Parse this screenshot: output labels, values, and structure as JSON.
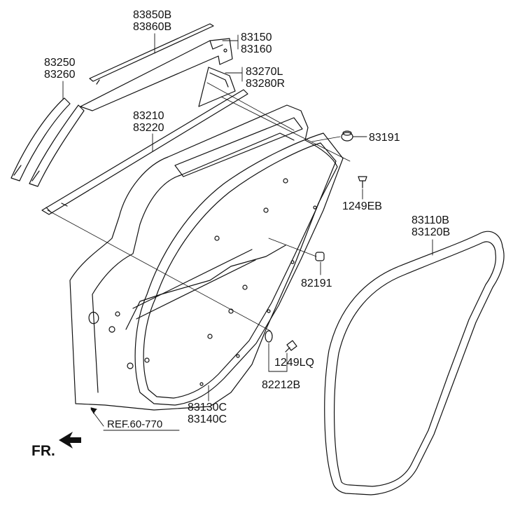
{
  "labels": {
    "l83850": [
      "83850B",
      "83860B"
    ],
    "l83150": [
      "83150",
      "83160"
    ],
    "l83250": [
      "83250",
      "83260"
    ],
    "l83270": [
      "83270L",
      "83280R"
    ],
    "l83210": [
      "83210",
      "83220"
    ],
    "l83191": "83191",
    "l1249eb": "1249EB",
    "l83110": [
      "83110B",
      "83120B"
    ],
    "l82191": "82191",
    "l1249lq": "1249LQ",
    "l82212": "82212B",
    "l83130": [
      "83130C",
      "83140C"
    ]
  },
  "ref_text": "REF.60-770",
  "fr_text": "FR.",
  "colors": {
    "line": "#111111",
    "background": "#ffffff"
  }
}
